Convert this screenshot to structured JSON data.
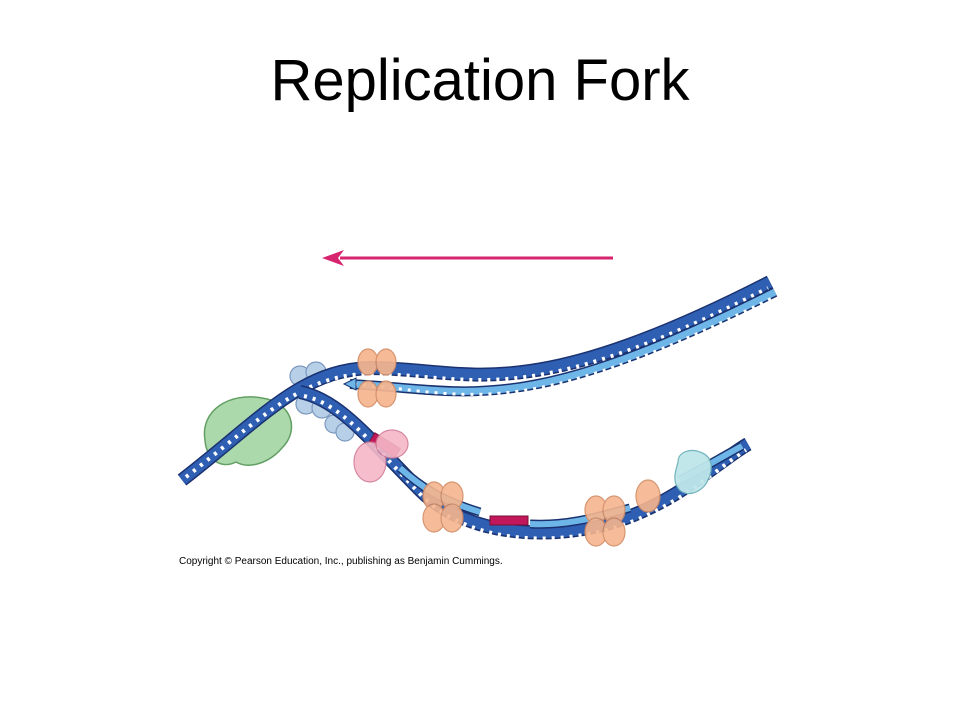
{
  "slide": {
    "title": "Replication Fork",
    "copyright": "Copyright © Pearson Education, Inc., publishing as Benjamin Cummings."
  },
  "colors": {
    "dna_parent_strand": "#2f5fb3",
    "dna_parent_edge": "#1a3270",
    "dna_new_strand": "#6fb6e8",
    "rna_primer": "#c2185b",
    "direction_arrow": "#d6246e",
    "helicase": "#a8d8a8",
    "topoisomerase": "#b8cfe8",
    "primase": "#f6b8c8",
    "dna_polymerase": "#f6b58e",
    "ligase": "#bfe6ea"
  },
  "icons": {
    "direction_arrow": "left-arrow"
  }
}
